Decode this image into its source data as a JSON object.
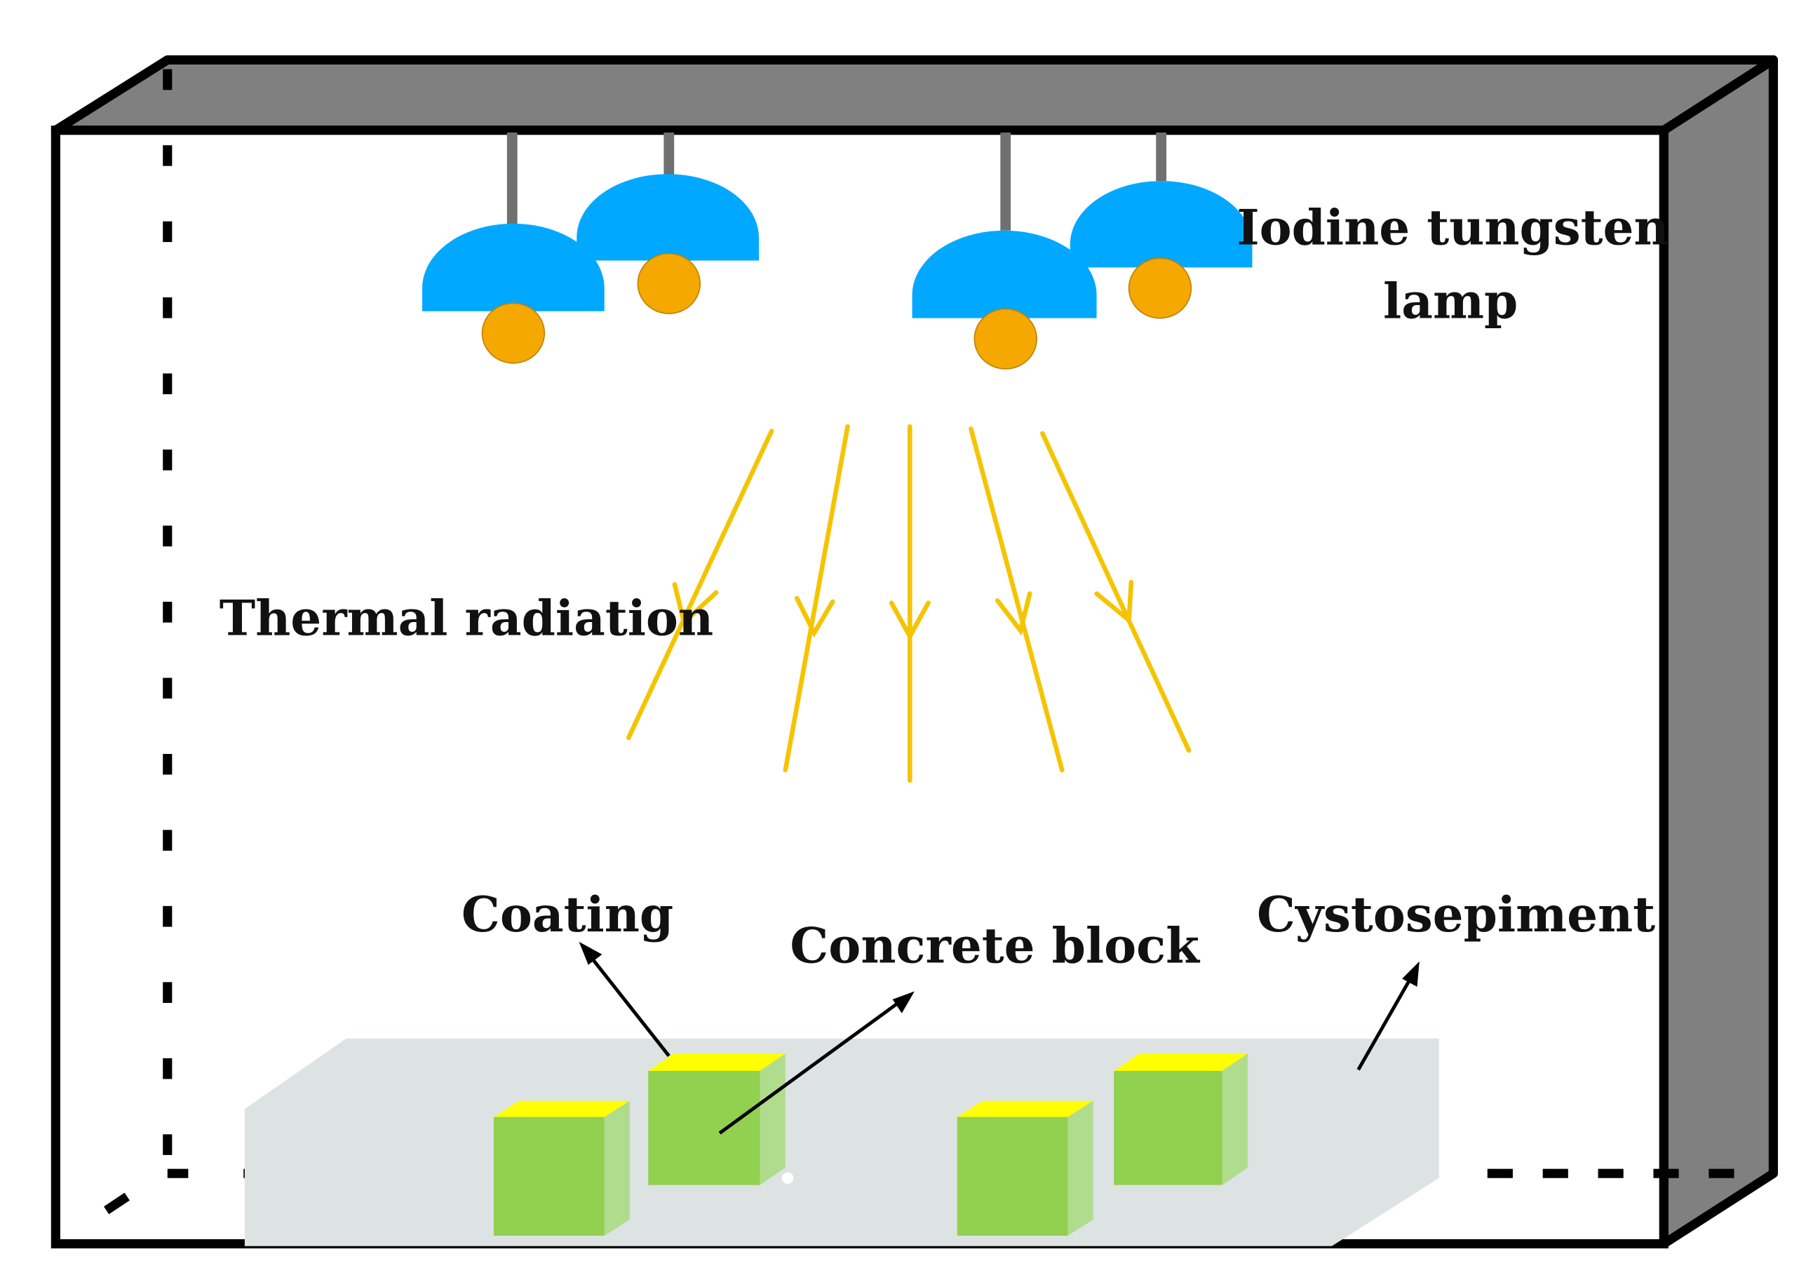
{
  "labels": {
    "lamp_line1": "Iodine tungsten",
    "lamp_line2": "lamp",
    "radiation": "Thermal radiation",
    "coating": "Coating",
    "concrete": "Concrete block",
    "cystosepiment": "Cystosepiment"
  },
  "colors": {
    "lamp_shade": "#00a8ff",
    "bulb": "#f5a800",
    "ray": "#f5c400",
    "block_front": "#92d050",
    "block_side": "#b0dc8e",
    "coating": "#ffff00",
    "board": "#dde3e3",
    "box_side": "#808080",
    "stroke": "#000000"
  },
  "icons": {
    "lamp": "lamp-icon",
    "ray": "radiation-arrow-icon",
    "block": "concrete-block-icon"
  }
}
